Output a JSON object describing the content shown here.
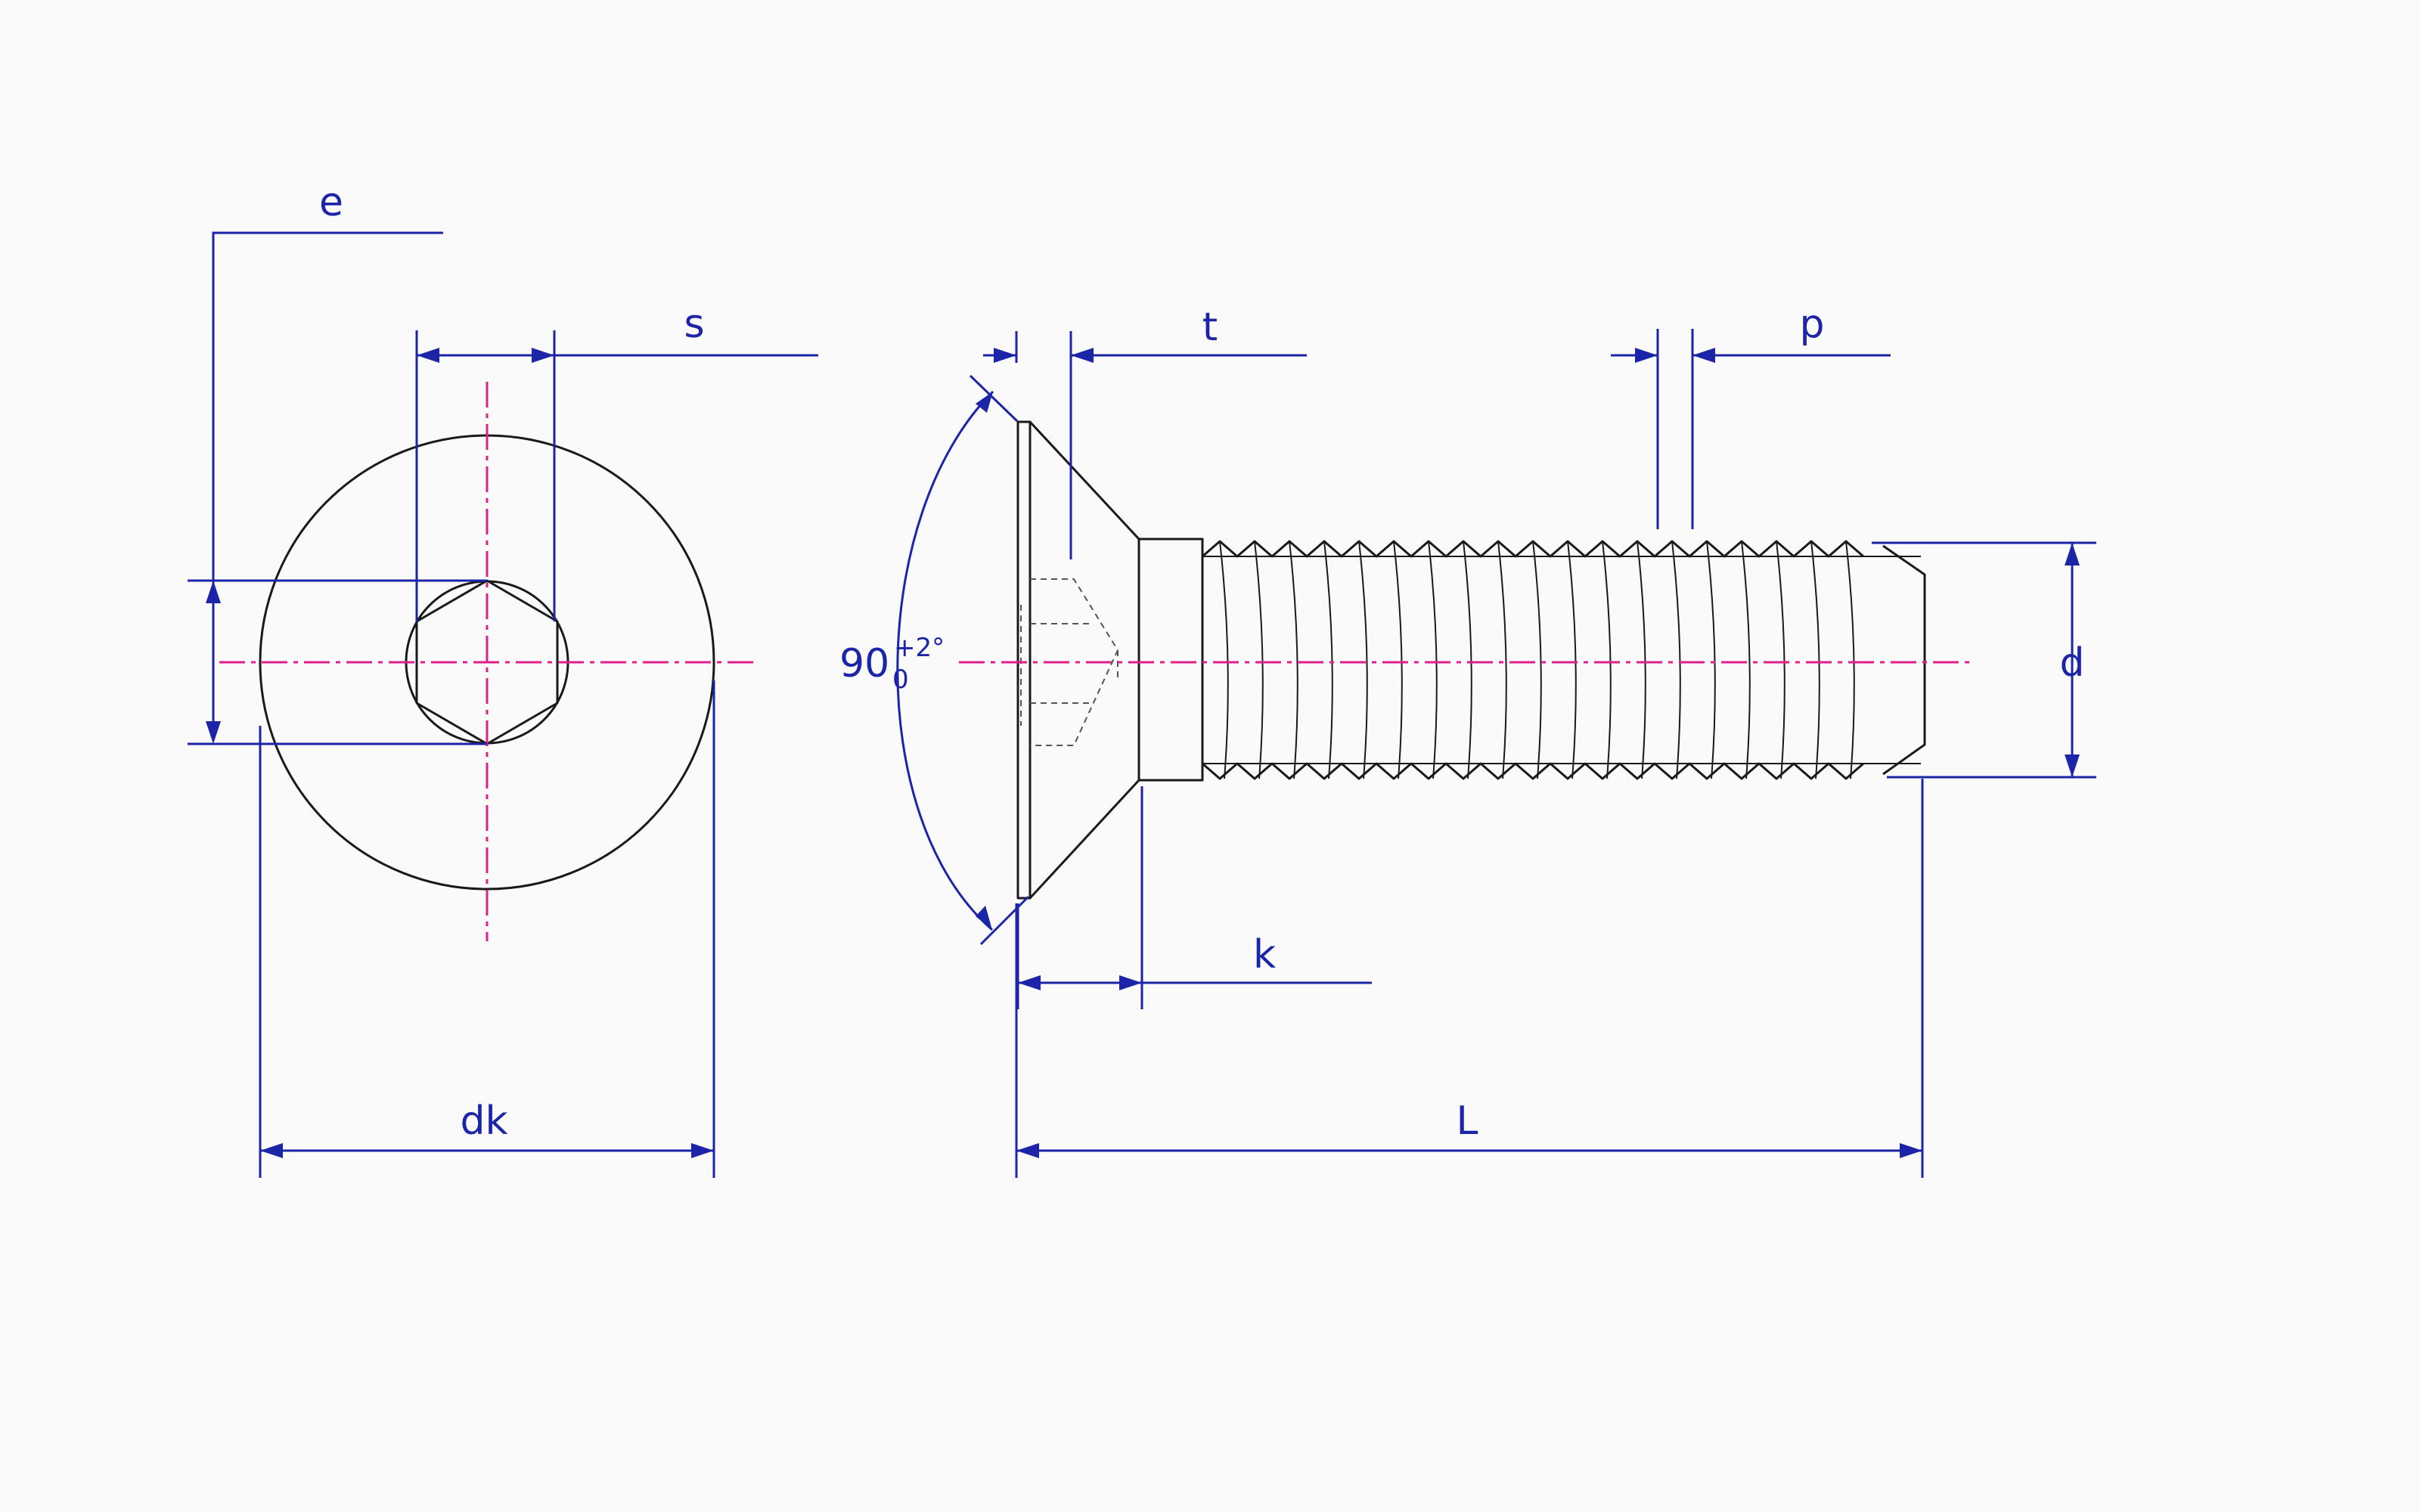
{
  "labels": {
    "e": "e",
    "s": "s",
    "t": "t",
    "p": "p",
    "d": "d",
    "k": "k",
    "dk": "dk",
    "L": "L",
    "angle": "90",
    "tol_upper": "+2°",
    "tol_lower": "0"
  },
  "colors": {
    "dimension": "#1c24a8",
    "centerline": "#e0208a",
    "outline": "#1a1a1a",
    "background": "#fafafa"
  }
}
